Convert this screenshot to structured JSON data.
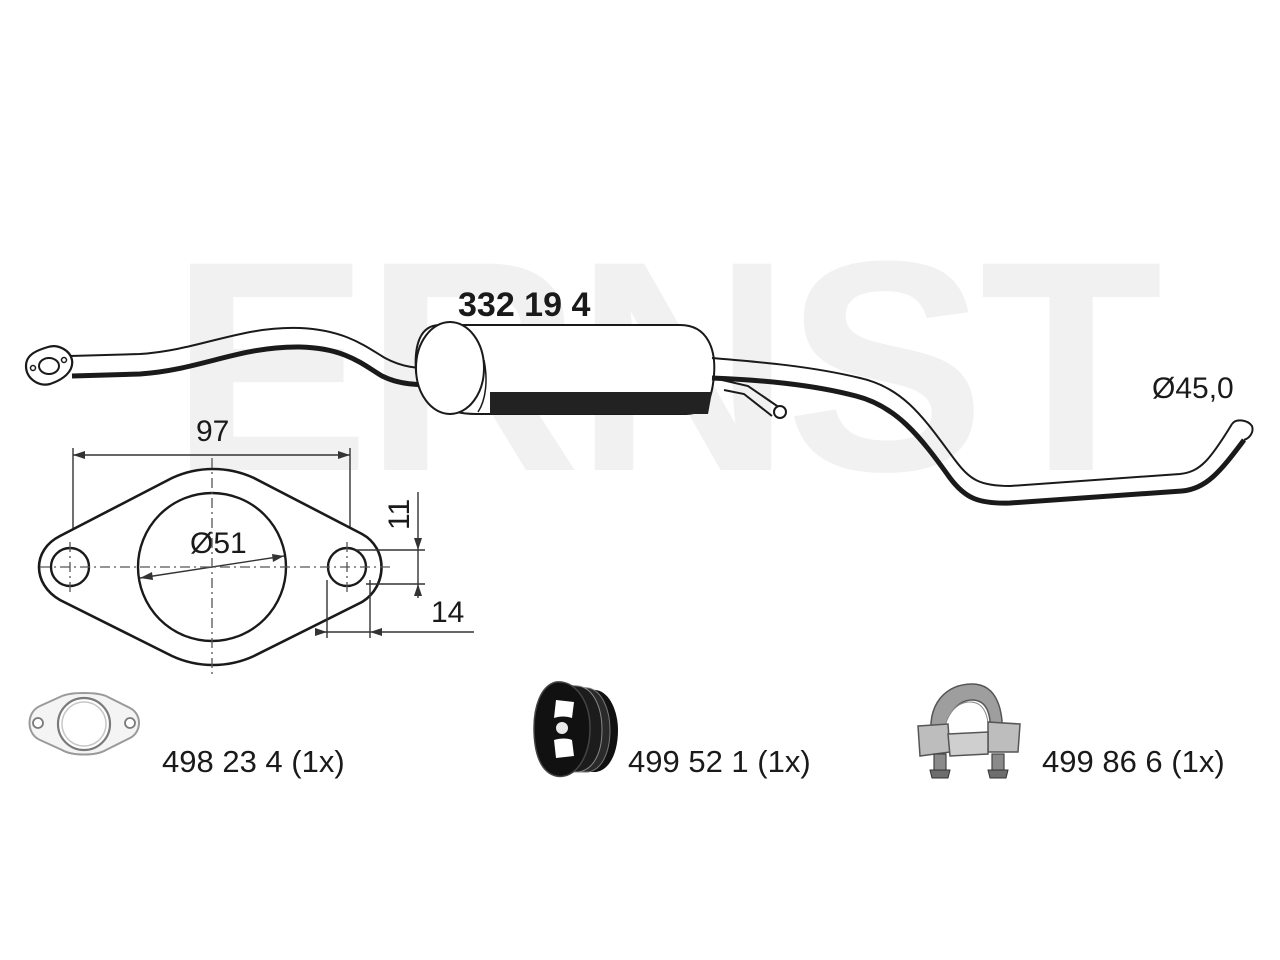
{
  "watermark": "ERNST",
  "product": {
    "part_number": "332 19 4",
    "outlet_diameter": "Ø45,0"
  },
  "flange": {
    "width": "97",
    "bore": "Ø51",
    "dim_vertical": "11",
    "dim_horizontal": "14"
  },
  "accessories": [
    {
      "name": "gasket",
      "label": "498 23 4 (1x)"
    },
    {
      "name": "rubber-hanger",
      "label": "499 52 1 (1x)"
    },
    {
      "name": "pipe-clamp",
      "label": "499 86 6 (1x)"
    }
  ],
  "colors": {
    "line": "#1a1a1a",
    "shadow": "#222222",
    "watermark": "#f1f1f1",
    "clamp_metal": "#bdbdbd"
  }
}
